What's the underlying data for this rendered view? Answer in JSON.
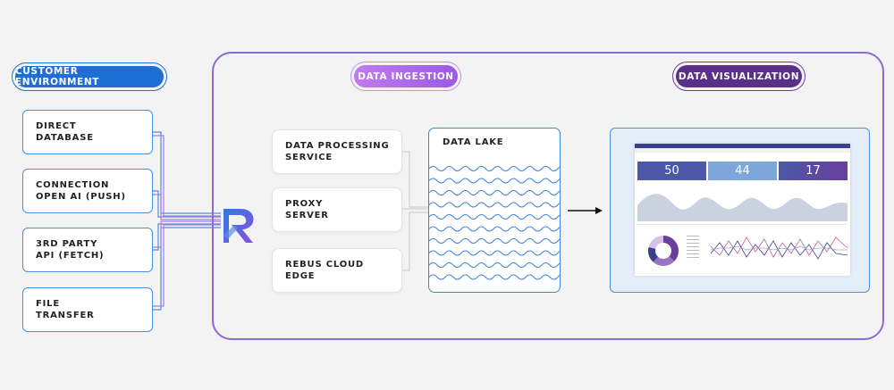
{
  "customer_environment": {
    "label": "CUSTOMER ENVIRONMENT",
    "sources": [
      {
        "line1": "DIRECT",
        "line2": "DATABASE"
      },
      {
        "line1": "CONNECTION",
        "line2": "OPEN AI (PUSH)"
      },
      {
        "line1": "3RD PARTY",
        "line2": "API (FETCH)"
      },
      {
        "line1": "FILE",
        "line2": "TRANSFER"
      }
    ]
  },
  "logo": {
    "icon": "rebus-logo-icon"
  },
  "data_ingestion": {
    "label": "DATA INGESTION",
    "services": [
      {
        "line1": "DATA PROCESSING",
        "line2": "SERVICE"
      },
      {
        "line1": "PROXY",
        "line2": "SERVER"
      },
      {
        "line1": "REBUS CLOUD",
        "line2": "EDGE"
      }
    ],
    "lake_title": "DATA LAKE"
  },
  "data_visualization": {
    "label": "DATA VISUALIZATION",
    "kpis": [
      "50",
      "44",
      "17"
    ]
  },
  "colors": {
    "blue": "#1d6fd6",
    "purple_light": "#a866ee",
    "purple_dark": "#5a2f87",
    "frame": "#8c6bd0"
  }
}
